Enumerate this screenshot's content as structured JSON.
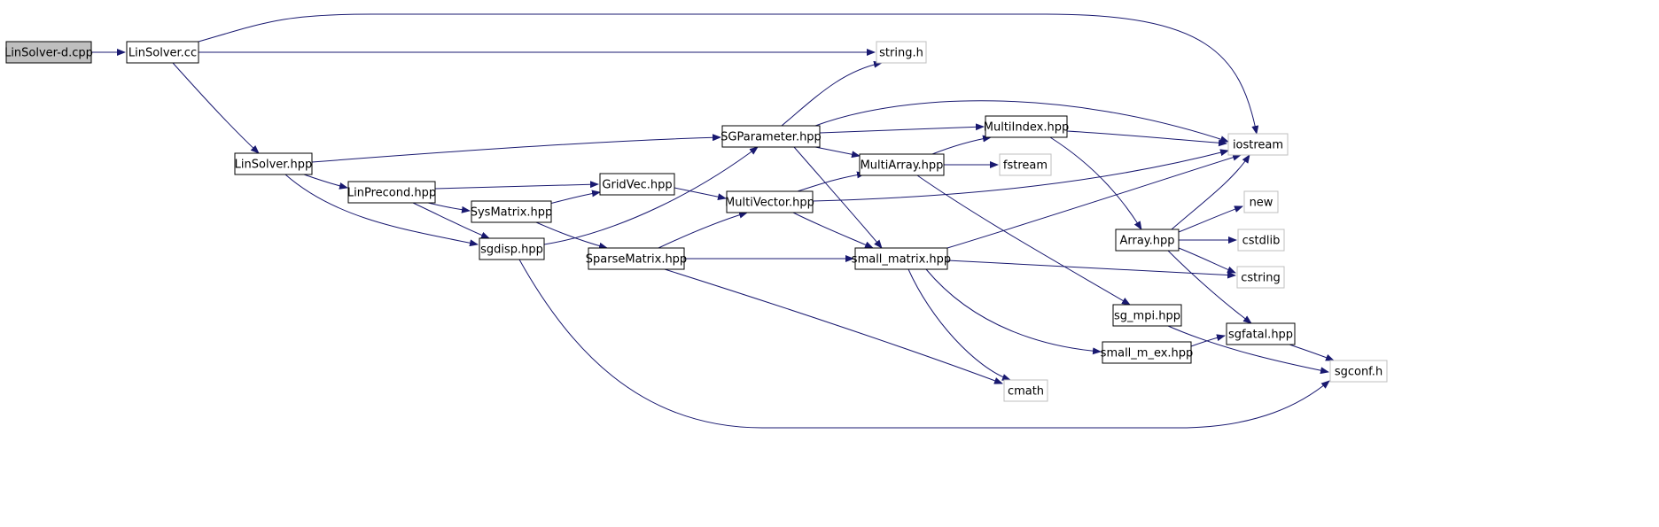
{
  "diagram": {
    "type": "include-dependency-graph",
    "edge_color": "#191970",
    "root_fill": "#bfbfbf",
    "local_border": "#000000",
    "system_border": "#bfbfbf",
    "nodes": [
      {
        "id": "linsolver_d_cpp",
        "label": "LinSolver-d.cpp",
        "kind": "root"
      },
      {
        "id": "linsolver_cc",
        "label": "LinSolver.cc",
        "kind": "local"
      },
      {
        "id": "string_h",
        "label": "string.h",
        "kind": "system"
      },
      {
        "id": "iostream",
        "label": "iostream",
        "kind": "system"
      },
      {
        "id": "linsolver_hpp",
        "label": "LinSolver.hpp",
        "kind": "local"
      },
      {
        "id": "sgparameter_hpp",
        "label": "SGParameter.hpp",
        "kind": "local"
      },
      {
        "id": "multiindex_hpp",
        "label": "MultiIndex.hpp",
        "kind": "local"
      },
      {
        "id": "multiarray_hpp",
        "label": "MultiArray.hpp",
        "kind": "local"
      },
      {
        "id": "fstream",
        "label": "fstream",
        "kind": "system"
      },
      {
        "id": "linprecond_hpp",
        "label": "LinPrecond.hpp",
        "kind": "local"
      },
      {
        "id": "gridvec_hpp",
        "label": "GridVec.hpp",
        "kind": "local"
      },
      {
        "id": "sysmatrix_hpp",
        "label": "SysMatrix.hpp",
        "kind": "local"
      },
      {
        "id": "multivector_hpp",
        "label": "MultiVector.hpp",
        "kind": "local"
      },
      {
        "id": "new",
        "label": "new",
        "kind": "system"
      },
      {
        "id": "sgdisp_hpp",
        "label": "sgdisp.hpp",
        "kind": "local"
      },
      {
        "id": "array_hpp",
        "label": "Array.hpp",
        "kind": "local"
      },
      {
        "id": "cstdlib",
        "label": "cstdlib",
        "kind": "system"
      },
      {
        "id": "sparsematrix_hpp",
        "label": "SparseMatrix.hpp",
        "kind": "local"
      },
      {
        "id": "small_matrix_hpp",
        "label": "small_matrix.hpp",
        "kind": "local"
      },
      {
        "id": "cstring",
        "label": "cstring",
        "kind": "system"
      },
      {
        "id": "sg_mpi_hpp",
        "label": "sg_mpi.hpp",
        "kind": "local"
      },
      {
        "id": "sgfatal_hpp",
        "label": "sgfatal.hpp",
        "kind": "local"
      },
      {
        "id": "small_m_ex_hpp",
        "label": "small_m_ex.hpp",
        "kind": "local"
      },
      {
        "id": "sgconf_h",
        "label": "sgconf.h",
        "kind": "system"
      },
      {
        "id": "cmath",
        "label": "cmath",
        "kind": "system"
      }
    ],
    "edges": [
      {
        "from": "linsolver_d_cpp",
        "to": "linsolver_cc"
      },
      {
        "from": "linsolver_cc",
        "to": "iostream"
      },
      {
        "from": "linsolver_cc",
        "to": "string_h"
      },
      {
        "from": "linsolver_cc",
        "to": "linsolver_hpp"
      },
      {
        "from": "linsolver_hpp",
        "to": "sgparameter_hpp"
      },
      {
        "from": "linsolver_hpp",
        "to": "linprecond_hpp"
      },
      {
        "from": "linsolver_hpp",
        "to": "sgdisp_hpp"
      },
      {
        "from": "sgparameter_hpp",
        "to": "string_h"
      },
      {
        "from": "sgparameter_hpp",
        "to": "iostream"
      },
      {
        "from": "sgparameter_hpp",
        "to": "multiindex_hpp"
      },
      {
        "from": "sgparameter_hpp",
        "to": "multiarray_hpp"
      },
      {
        "from": "sgparameter_hpp",
        "to": "small_matrix_hpp"
      },
      {
        "from": "multiindex_hpp",
        "to": "iostream"
      },
      {
        "from": "multiindex_hpp",
        "to": "array_hpp"
      },
      {
        "from": "multiarray_hpp",
        "to": "multiindex_hpp"
      },
      {
        "from": "multiarray_hpp",
        "to": "fstream"
      },
      {
        "from": "multiarray_hpp",
        "to": "sg_mpi_hpp"
      },
      {
        "from": "linprecond_hpp",
        "to": "gridvec_hpp"
      },
      {
        "from": "linprecond_hpp",
        "to": "sysmatrix_hpp"
      },
      {
        "from": "linprecond_hpp",
        "to": "sgdisp_hpp"
      },
      {
        "from": "sysmatrix_hpp",
        "to": "gridvec_hpp"
      },
      {
        "from": "sysmatrix_hpp",
        "to": "sparsematrix_hpp"
      },
      {
        "from": "gridvec_hpp",
        "to": "multivector_hpp"
      },
      {
        "from": "multivector_hpp",
        "to": "multiarray_hpp"
      },
      {
        "from": "multivector_hpp",
        "to": "iostream"
      },
      {
        "from": "multivector_hpp",
        "to": "small_matrix_hpp"
      },
      {
        "from": "sgdisp_hpp",
        "to": "sgparameter_hpp"
      },
      {
        "from": "sgdisp_hpp",
        "to": "sgconf_h"
      },
      {
        "from": "sparsematrix_hpp",
        "to": "multivector_hpp"
      },
      {
        "from": "sparsematrix_hpp",
        "to": "small_matrix_hpp"
      },
      {
        "from": "sparsematrix_hpp",
        "to": "cmath"
      },
      {
        "from": "small_matrix_hpp",
        "to": "iostream"
      },
      {
        "from": "small_matrix_hpp",
        "to": "cstring"
      },
      {
        "from": "small_matrix_hpp",
        "to": "cmath"
      },
      {
        "from": "small_matrix_hpp",
        "to": "small_m_ex_hpp"
      },
      {
        "from": "array_hpp",
        "to": "iostream"
      },
      {
        "from": "array_hpp",
        "to": "new"
      },
      {
        "from": "array_hpp",
        "to": "cstdlib"
      },
      {
        "from": "array_hpp",
        "to": "cstring"
      },
      {
        "from": "array_hpp",
        "to": "sgfatal_hpp"
      },
      {
        "from": "small_m_ex_hpp",
        "to": "sgfatal_hpp"
      },
      {
        "from": "sg_mpi_hpp",
        "to": "sgconf_h"
      },
      {
        "from": "sgfatal_hpp",
        "to": "sgconf_h"
      }
    ]
  }
}
